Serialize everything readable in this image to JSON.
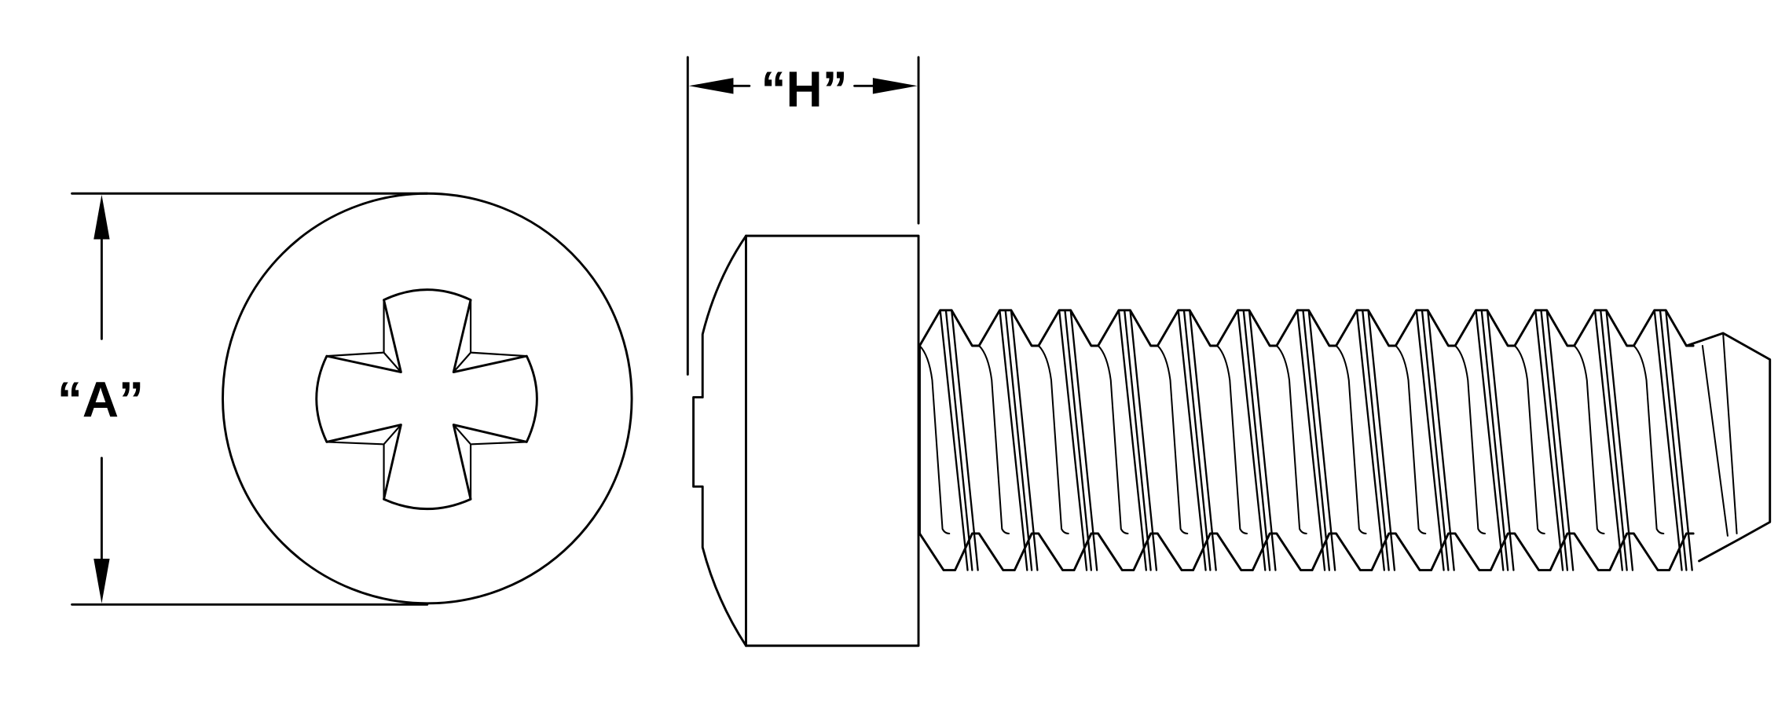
{
  "labels": {
    "dim_a": "“A”",
    "dim_h": "“H”"
  },
  "colors": {
    "line": "#000000",
    "background": "#ffffff"
  },
  "thread": {
    "crest_count": 13
  }
}
